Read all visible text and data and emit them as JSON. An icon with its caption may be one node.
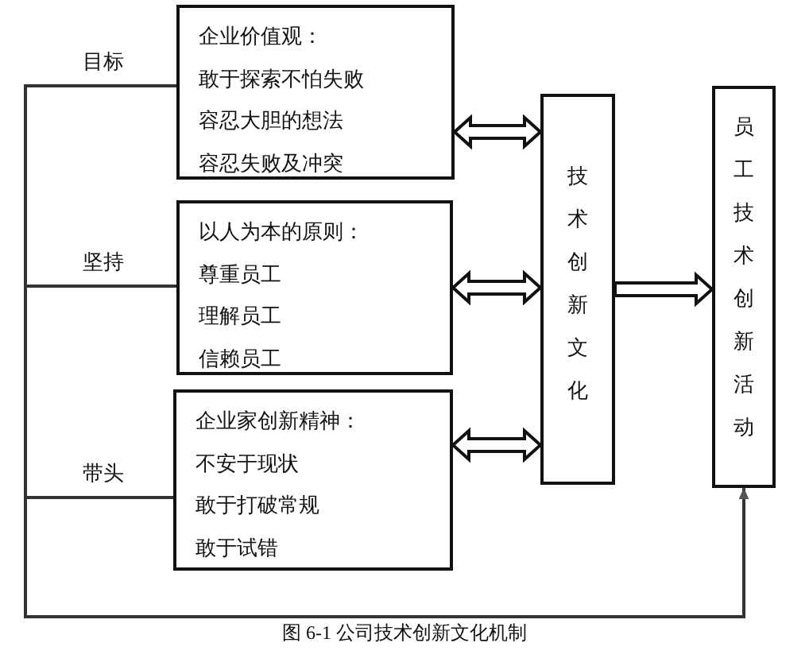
{
  "diagram": {
    "caption": "图 6-1 公司技术创新文化机制",
    "nodes": [
      {
        "text": [
          "企业价值观：",
          "敢于探索不怕失败",
          "容忍大胆的想法",
          "容忍失败及冲突"
        ]
      },
      {
        "text": [
          "以人为本的原则：",
          "尊重员工",
          "理解员工",
          "信赖员工"
        ]
      },
      {
        "text": [
          "企业家创新精神：",
          "不安于现状",
          "敢于打破常规",
          "敢于试错"
        ]
      },
      {
        "text": [
          "技术创新文化"
        ]
      },
      {
        "text": [
          "员工技术创新活动"
        ]
      }
    ],
    "edges": [
      {
        "from": 0,
        "to": 3,
        "arrow": "both",
        "style": "thick"
      },
      {
        "from": 1,
        "to": 3,
        "arrow": "both",
        "style": "thick"
      },
      {
        "from": 2,
        "to": 3,
        "arrow": "both",
        "style": "thick"
      },
      {
        "from": 3,
        "to": 4,
        "arrow": "to",
        "style": "thick"
      },
      {
        "from": 0,
        "to": 4,
        "arrow": "to",
        "label": "目标"
      },
      {
        "from": 1,
        "to": 4,
        "arrow": "to",
        "label": "坚持"
      },
      {
        "from": 2,
        "to": 4,
        "arrow": "to",
        "label": "带头"
      }
    ]
  }
}
